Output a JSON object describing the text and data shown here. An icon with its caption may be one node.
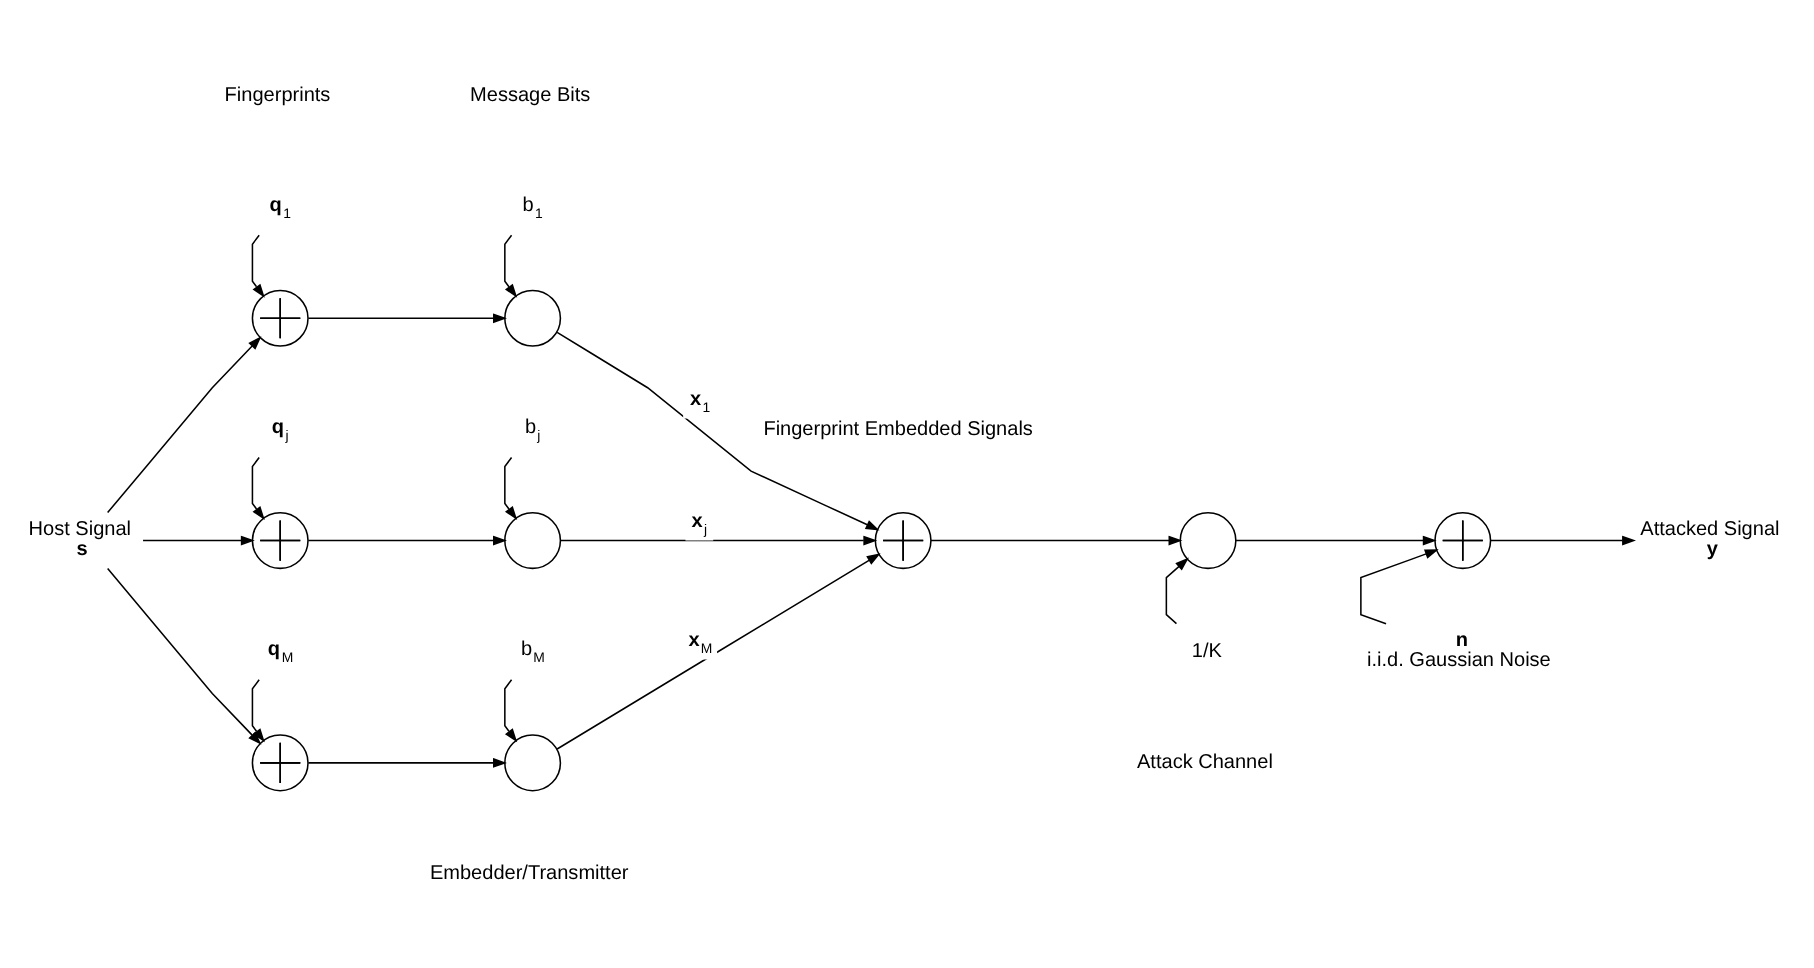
{
  "diagram": {
    "nodes": [
      {
        "text": [
          "Host Signal",
          "**s**"
        ]
      },
      {
        "text": [
          "**q**$_{1}$"
        ]
      },
      {
        "text": [
          "b$_{1}$"
        ]
      },
      {
        "text": [],
        "shape": "circle"
      },
      {
        "text": [],
        "shape": "circle"
      },
      {
        "text": [
          "**q**$_{j}$"
        ]
      },
      {
        "text": [
          "b$_{j}$"
        ]
      },
      {
        "text": [],
        "shape": "circle"
      },
      {
        "text": [],
        "shape": "circle"
      },
      {
        "text": [
          "**q**$_{M}$"
        ]
      },
      {
        "text": [
          "b$_{M}$"
        ]
      },
      {
        "text": [],
        "shape": "circle"
      },
      {
        "text": [],
        "shape": "circle"
      },
      {
        "text": [],
        "shape": "circle"
      },
      {
        "text": [],
        "shape": "circle"
      },
      {
        "text": [
          "1/K"
        ]
      },
      {
        "text": [],
        "shape": "circle"
      },
      {
        "text": [
          "**n**",
          "i.i.d. Gaussian Noise"
        ]
      },
      {
        "text": [
          "Attacked Signal",
          "**y**"
        ]
      }
    ],
    "edges": [
      {
        "from": 0,
        "to": 3,
        "arrow": "to"
      },
      {
        "from": 0,
        "to": 7,
        "arrow": "to"
      },
      {
        "from": 0,
        "to": 11,
        "arrow": "to"
      },
      {
        "from": 1,
        "to": 3,
        "arrow": "to"
      },
      {
        "from": 2,
        "to": 4,
        "arrow": "to"
      },
      {
        "from": 3,
        "to": 4,
        "arrow": "to"
      },
      {
        "from": 5,
        "to": 7,
        "arrow": "to"
      },
      {
        "from": 6,
        "to": 8,
        "arrow": "to"
      },
      {
        "from": 7,
        "to": 8,
        "arrow": "to"
      },
      {
        "from": 9,
        "to": 11,
        "arrow": "to"
      },
      {
        "from": 10,
        "to": 12,
        "arrow": "to"
      },
      {
        "from": 11,
        "to": 12,
        "arrow": "to"
      },
      {
        "from": 4,
        "to": 13,
        "arrow": "to",
        "label": "**x**$_{1}$"
      },
      {
        "from": 8,
        "to": 13,
        "arrow": "to",
        "label": "**x**$_{j}$"
      },
      {
        "from": 12,
        "to": 13,
        "arrow": "to",
        "label": "**x**$_{M}$"
      },
      {
        "from": 13,
        "to": 14,
        "arrow": "to"
      },
      {
        "from": 15,
        "to": 14,
        "arrow": "to"
      },
      {
        "from": 14,
        "to": 16,
        "arrow": "to"
      },
      {
        "from": 17,
        "to": 16,
        "arrow": "to"
      },
      {
        "from": 16,
        "to": 18,
        "arrow": "to"
      }
    ],
    "labels": [
      "Fingerprints",
      "Message Bits",
      "Fingerprint Embedded Signals",
      "Embedder/Transmitter",
      "Attack Channel"
    ]
  }
}
